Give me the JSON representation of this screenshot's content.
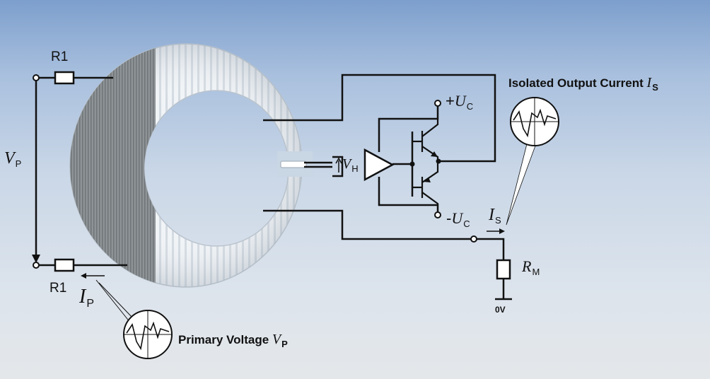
{
  "labels": {
    "r1_top": "R1",
    "r1_bottom": "R1",
    "vp": {
      "sym": "V",
      "sub": "P"
    },
    "ip": {
      "sym": "I",
      "sub": "P"
    },
    "is": {
      "sym": "I",
      "sub": "S"
    },
    "rm": {
      "sym": "R",
      "sub": "M"
    },
    "zero_v": "0V",
    "plus_uc": {
      "sign": "+",
      "sym": "U",
      "sub": "C"
    },
    "minus_uc": {
      "sign": "-",
      "sym": "U",
      "sub": "C"
    },
    "vh": {
      "sym": "V",
      "sub": "H"
    }
  },
  "callouts": {
    "output": {
      "text": "Isolated Output Current",
      "sym": "I",
      "sub": "S"
    },
    "primary": {
      "text": "Primary Voltage",
      "sym": "V",
      "sub": "P"
    }
  },
  "colors": {
    "wire": "#111111",
    "toroid": "#eef1f4",
    "winding": "#8e9396",
    "amp_fill": "#ffffff",
    "background_top": "#7d9fcd",
    "background_bottom": "#e4e7ea"
  }
}
